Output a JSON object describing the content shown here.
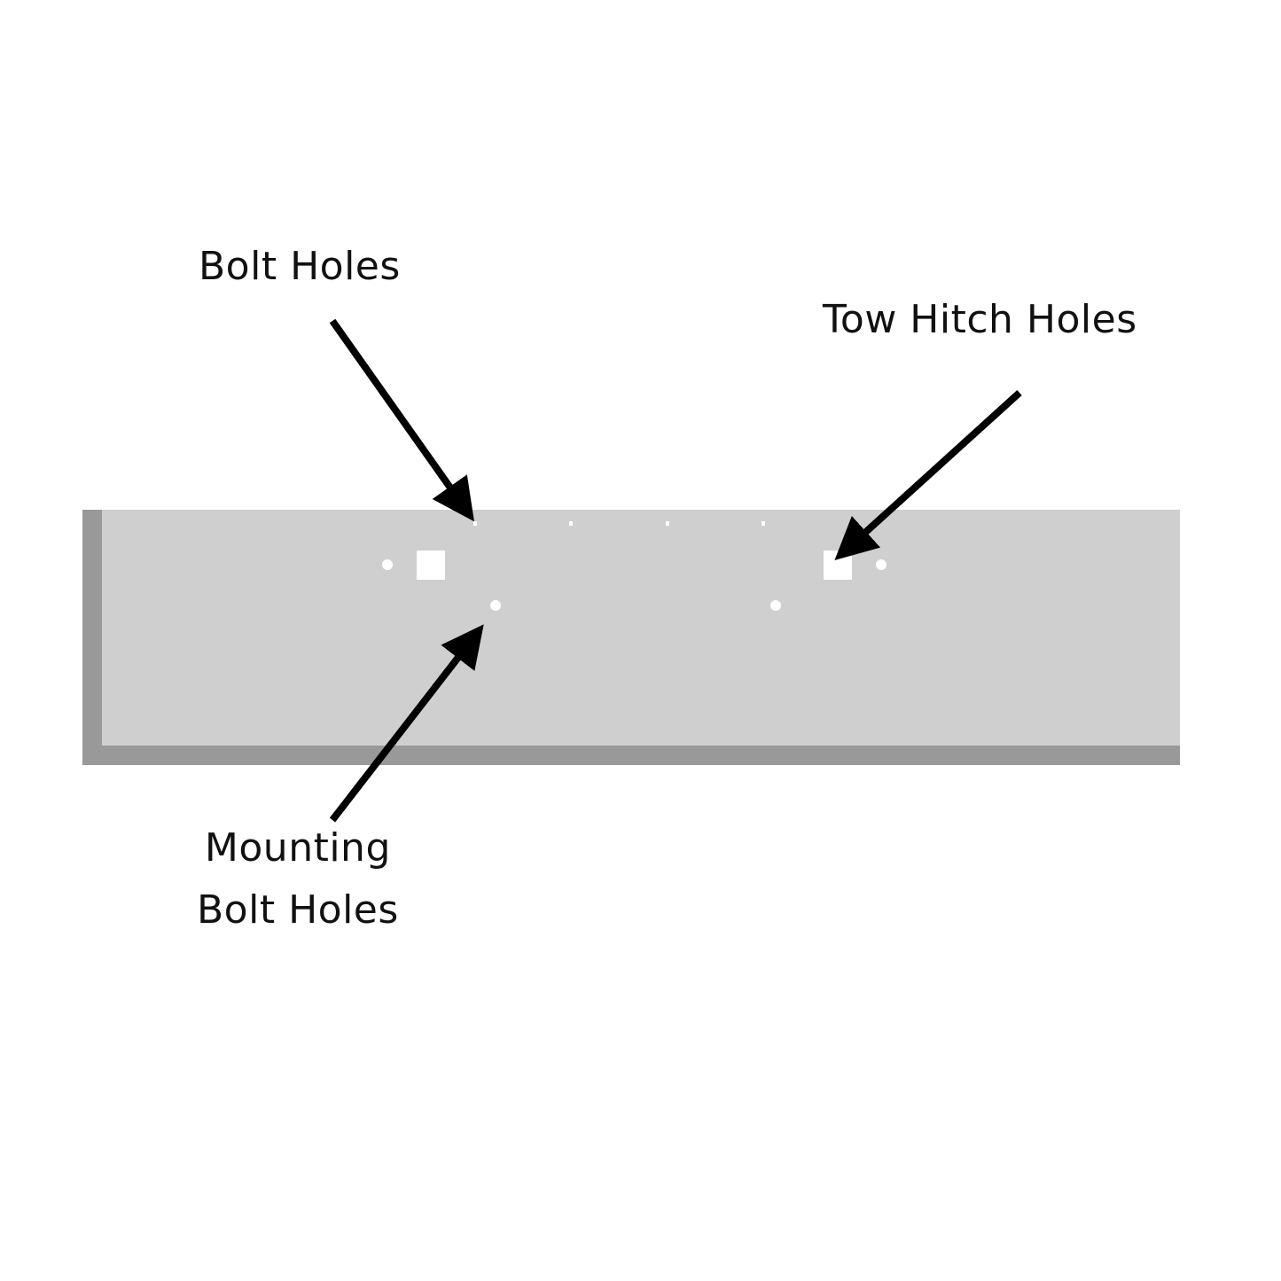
{
  "labels": {
    "bolt_holes": "Bolt Holes",
    "tow_hitch_holes": "Tow Hitch Holes",
    "mounting_line1": "Mounting",
    "mounting_line2": "Bolt Holes"
  },
  "colors": {
    "background": "#ffffff",
    "plate_face": "#cfcfcf",
    "plate_shadow": "#999999",
    "hole": "#ffffff",
    "arrow": "#000000",
    "text": "#111111"
  }
}
